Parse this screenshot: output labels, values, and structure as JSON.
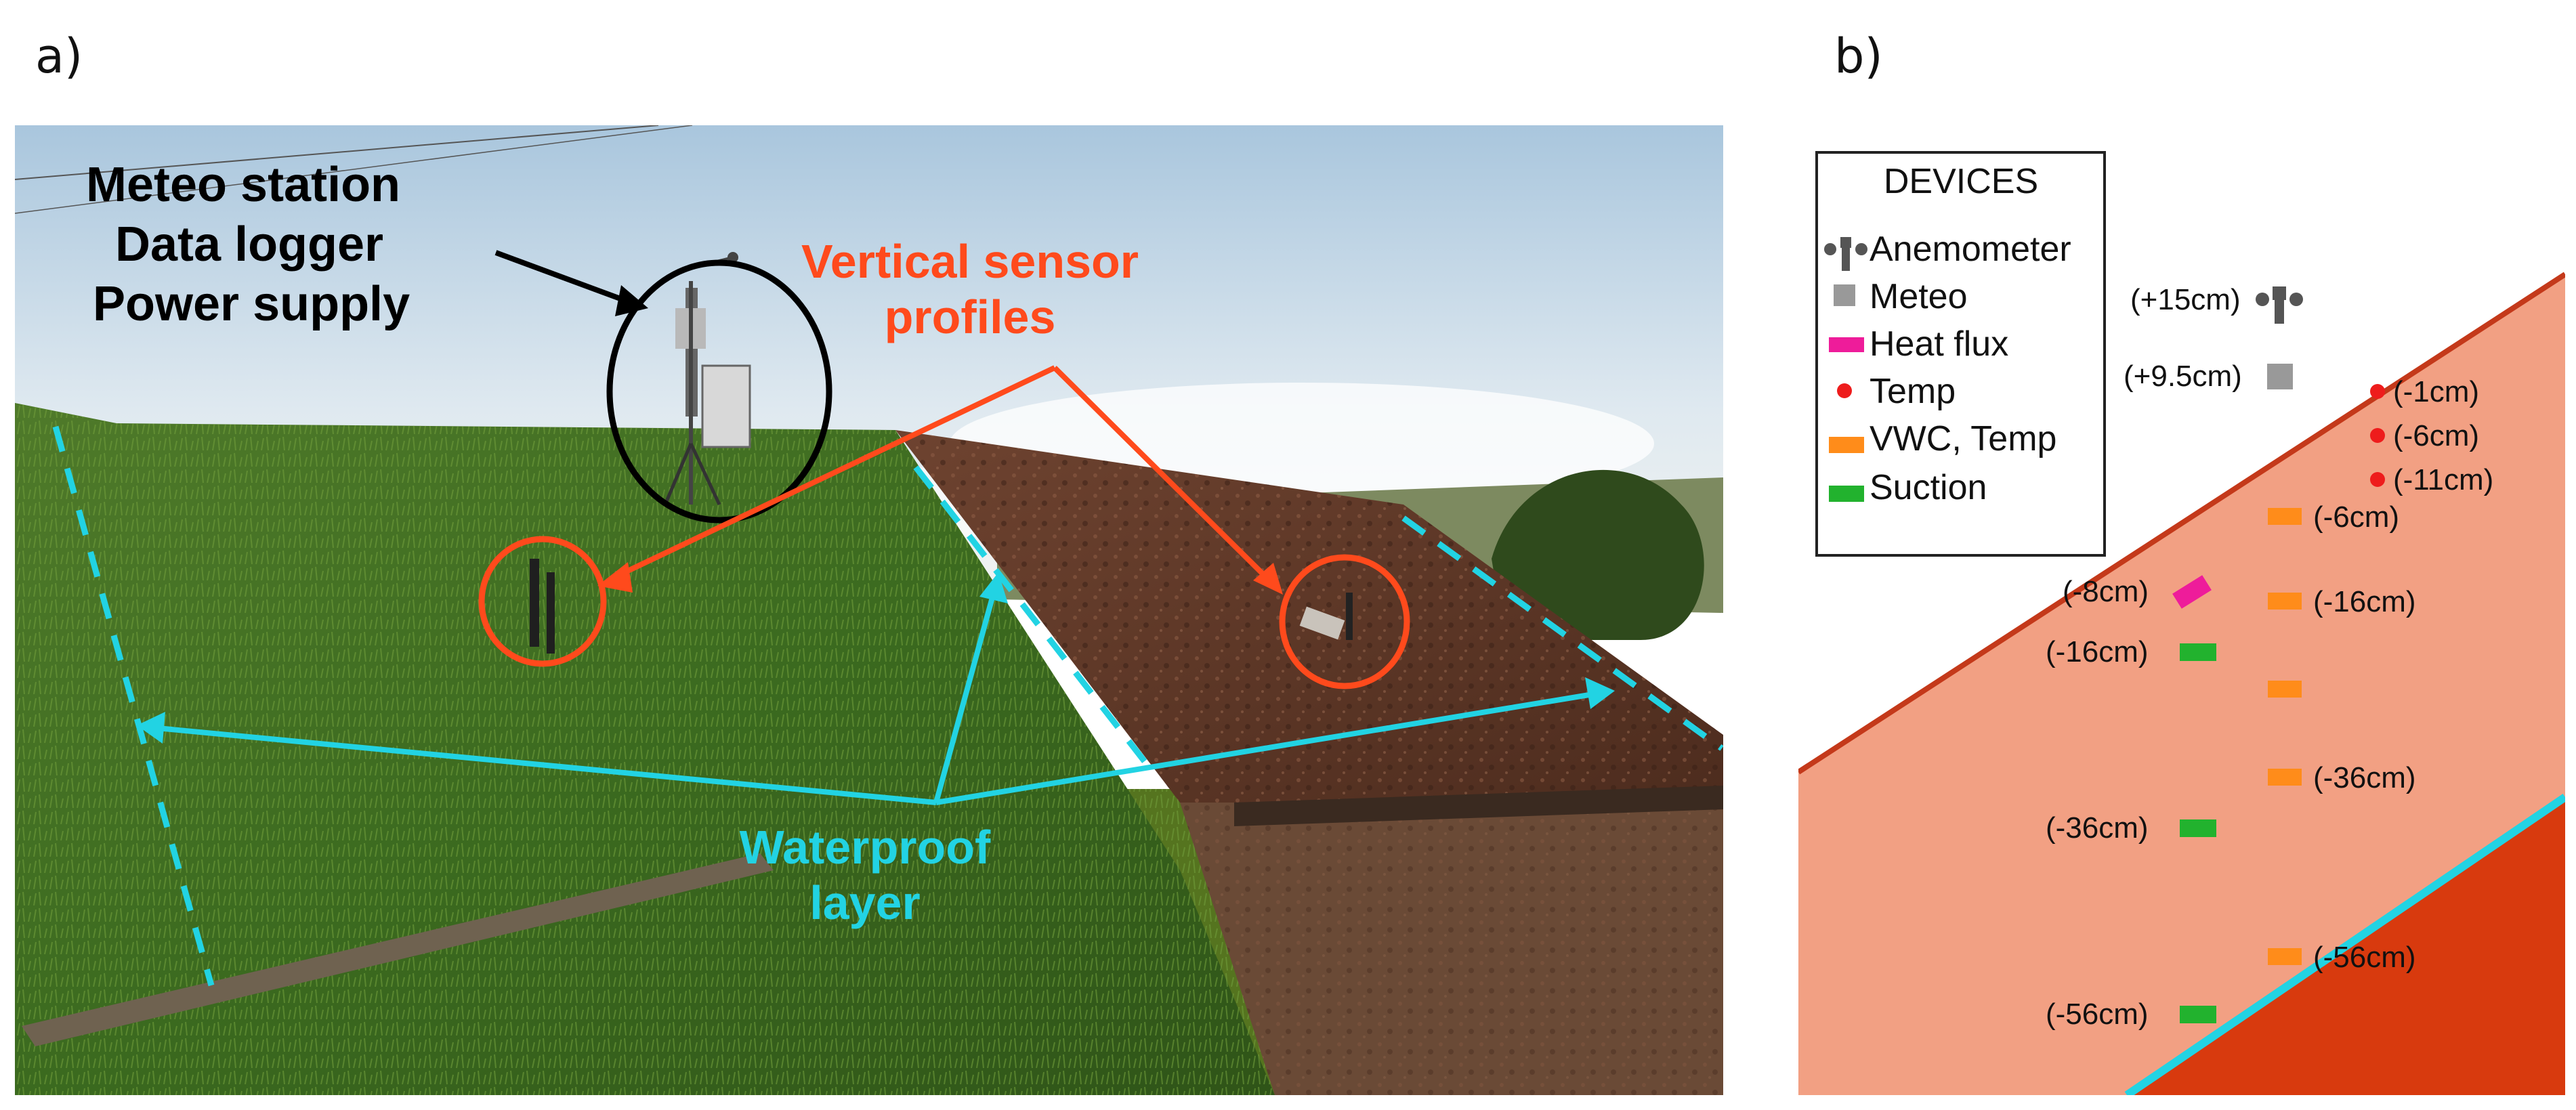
{
  "panel_a": {
    "label": "a)",
    "annotations": {
      "station": [
        "Meteo station",
        "Data logger",
        "Power supply"
      ],
      "sensors": [
        "Vertical sensor",
        "profiles"
      ],
      "waterproof": [
        "Waterproof",
        "layer"
      ]
    },
    "colors": {
      "sensor_annotation": "#ff4a1c",
      "waterproof_annotation": "#22d3e3",
      "station_text": "#000000"
    }
  },
  "panel_b": {
    "label": "b)",
    "legend": {
      "title": "DEVICES",
      "items": [
        {
          "label": "Anemometer",
          "icon": "anemometer-icon",
          "color": "#555555"
        },
        {
          "label": "Meteo",
          "icon": "grey-square",
          "color": "#999999"
        },
        {
          "label": "Heat flux",
          "icon": "magenta-bar",
          "color": "#ee1c9a"
        },
        {
          "label": "Temp",
          "icon": "red-dot",
          "color": "#ee1c1c"
        },
        {
          "label": "VWC, Temp",
          "icon": "orange-bar",
          "color": "#ff8c1a"
        },
        {
          "label": "Suction",
          "icon": "green-bar",
          "color": "#22b22e"
        }
      ]
    },
    "depth_labels": {
      "anemometer": "(+15cm)",
      "meteo": "(+9.5cm)",
      "temp": [
        "(-1cm)",
        "(-6cm)",
        "(-11cm)"
      ],
      "vwc": [
        "(-6cm)",
        "(-16cm)",
        "(-36cm)",
        "(-56cm)"
      ],
      "heatflux": "(-8cm)",
      "suction": [
        "(-16cm)",
        "(-36cm)",
        "(-56cm)"
      ]
    },
    "colors": {
      "soil": "#f2a083",
      "surface_line": "#c4391a",
      "base_layer": "#d83a0e",
      "waterproof_line": "#22d3e3"
    }
  }
}
